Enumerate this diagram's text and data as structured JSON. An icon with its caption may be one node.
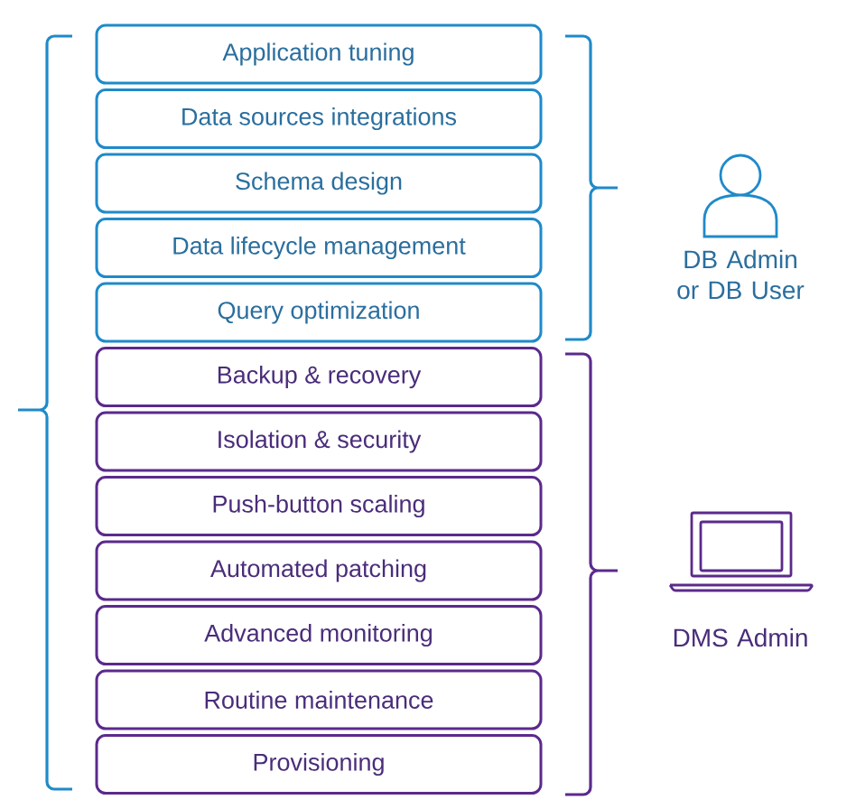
{
  "diagram": {
    "nodes": [
      {
        "text": [
          "Application tuning"
        ]
      },
      {
        "text": [
          "Data sources integrations"
        ]
      },
      {
        "text": [
          "Schema design"
        ]
      },
      {
        "text": [
          "Data lifecycle management"
        ]
      },
      {
        "text": [
          "Query optimization"
        ]
      },
      {
        "text": [
          "Backup & recovery"
        ]
      },
      {
        "text": [
          "Isolation & security"
        ]
      },
      {
        "text": [
          "Push-button scaling"
        ]
      },
      {
        "text": [
          "Automated patching"
        ]
      },
      {
        "text": [
          "Advanced monitoring"
        ]
      },
      {
        "text": [
          "Routine maintenance"
        ]
      },
      {
        "text": [
          "Provisioning"
        ]
      }
    ],
    "labels": [
      "DB Admin or DB User",
      "DMS Admin"
    ]
  }
}
